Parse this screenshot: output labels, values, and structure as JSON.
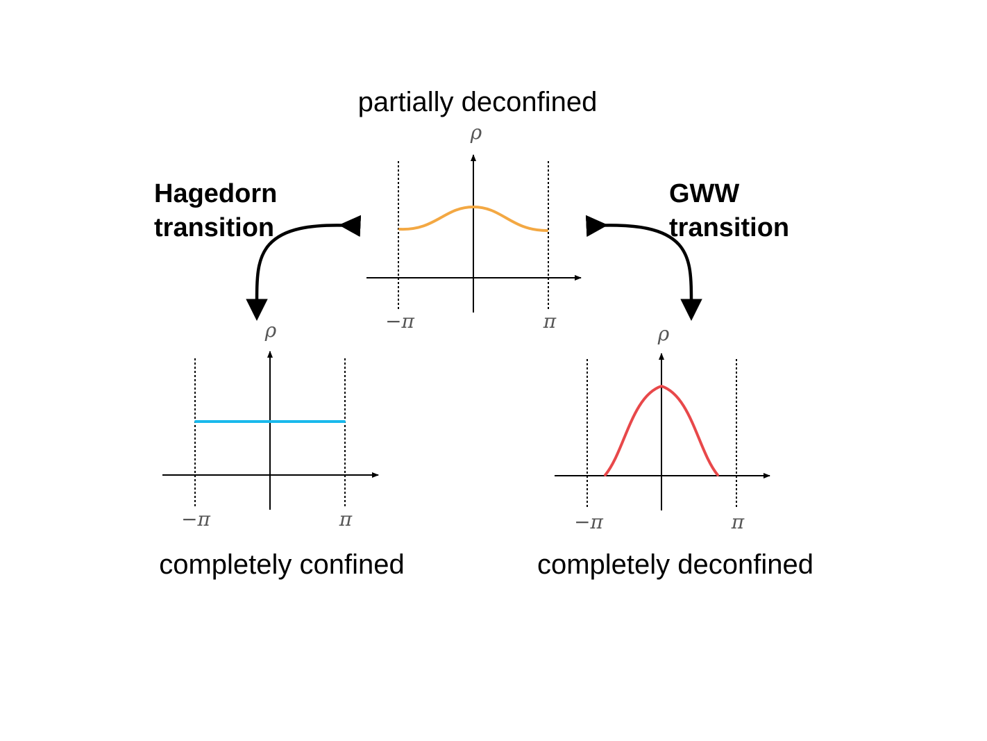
{
  "colors": {
    "partial": "#F3A843",
    "confined": "#19B9EC",
    "deconfined": "#E8484A",
    "axis": "#000000"
  },
  "panels": {
    "partial": {
      "caption": "partially deconfined",
      "y_label": "ρ",
      "x_min_label": "−π",
      "x_max_label": "π"
    },
    "confined": {
      "caption": "completely confined",
      "y_label": "ρ",
      "x_min_label": "−π",
      "x_max_label": "π"
    },
    "deconfined": {
      "caption": "completely deconfined",
      "y_label": "ρ",
      "x_min_label": "−π",
      "x_max_label": "π"
    }
  },
  "transitions": {
    "hagedorn": {
      "line1": "Hagedorn",
      "line2": "transition"
    },
    "gww": {
      "line1": "GWW",
      "line2": "transition"
    }
  }
}
